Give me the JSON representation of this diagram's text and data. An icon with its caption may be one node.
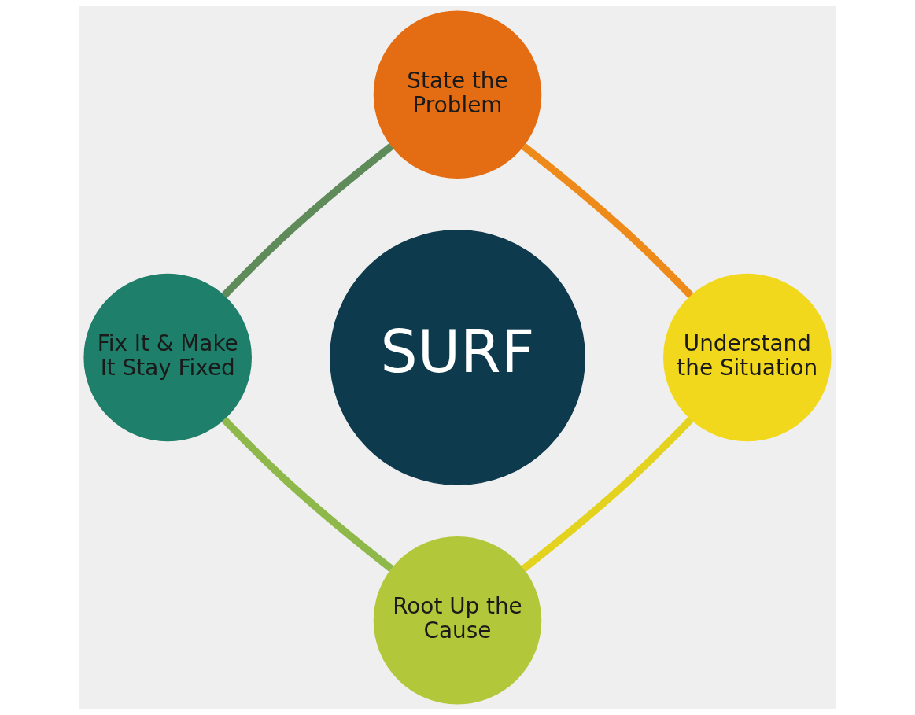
{
  "diagram": {
    "nodes": [
      {
        "text": [
          "State the Problem"
        ]
      },
      {
        "text": [
          "Fix It & Make It Stay Fixed"
        ]
      },
      {
        "text": [
          "SURF"
        ]
      },
      {
        "text": [
          "Understand the Situation"
        ]
      },
      {
        "text": [
          "Root Up the Cause"
        ]
      }
    ],
    "edges": [
      {
        "from": 0,
        "to": 3,
        "arrow": "none",
        "color": "#ee8a1a"
      },
      {
        "from": 3,
        "to": 4,
        "arrow": "none",
        "color": "#e3d21e"
      },
      {
        "from": 4,
        "to": 1,
        "arrow": "none",
        "color": "#8fb84a"
      },
      {
        "from": 1,
        "to": 0,
        "arrow": "none",
        "color": "#5f8a5a"
      }
    ]
  }
}
